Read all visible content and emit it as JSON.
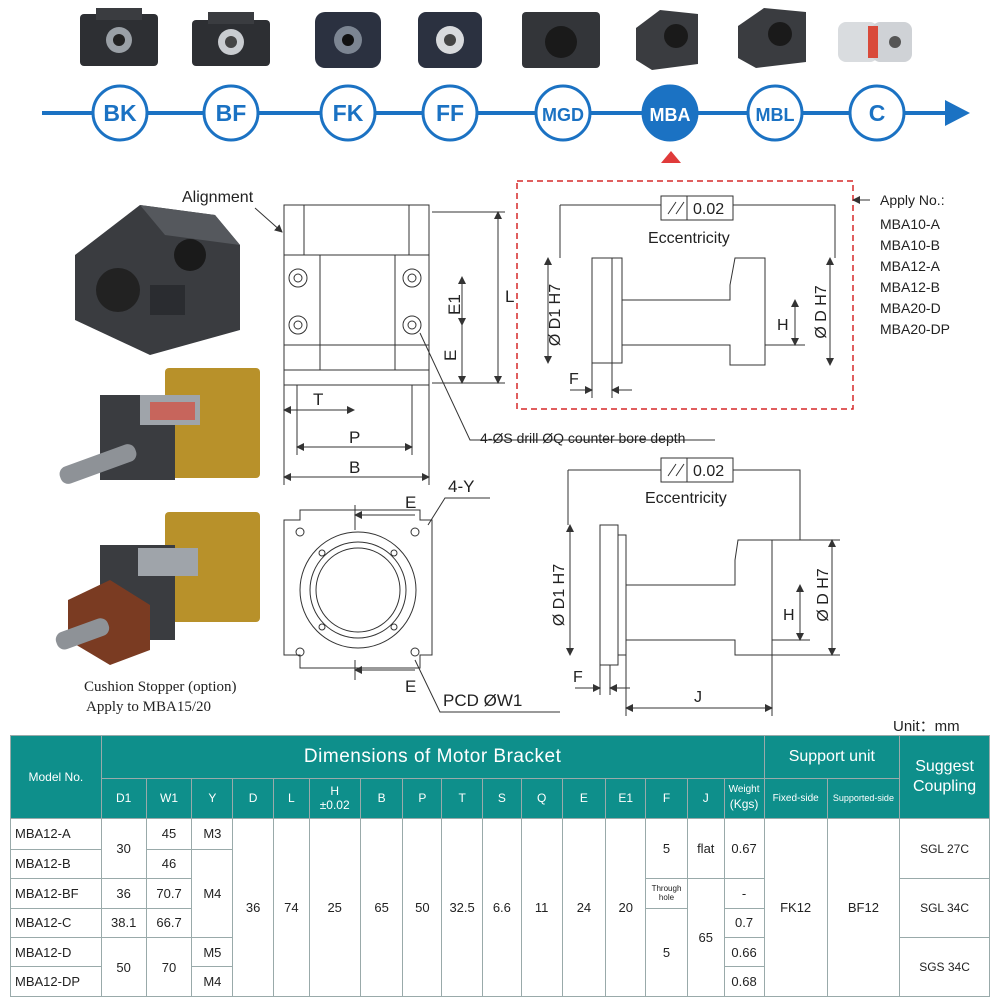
{
  "series_nav": {
    "items": [
      {
        "label": "BK",
        "active": false
      },
      {
        "label": "BF",
        "active": false
      },
      {
        "label": "FK",
        "active": false
      },
      {
        "label": "FF",
        "active": false
      },
      {
        "label": "MGD",
        "active": false
      },
      {
        "label": "MBA",
        "active": true
      },
      {
        "label": "MBL",
        "active": false
      },
      {
        "label": "C",
        "active": false
      }
    ],
    "colors": {
      "line": "#1b72c3",
      "active_fill": "#1b72c3",
      "marker": "#e03a3a"
    }
  },
  "drawing": {
    "alignment": "Alignment",
    "labels": {
      "E1": "E1",
      "L": "L",
      "E": "E",
      "T": "T",
      "P": "P",
      "B": "B",
      "Y": "4-Y",
      "E_top": "E",
      "E_bottom": "E",
      "PCD": "PCD ØW1"
    },
    "drill_note": "4-ØS drill ØQ counter bore depth",
    "cushion_note_1": "Cushion Stopper (option)",
    "cushion_note_2": "Apply to MBA15/20",
    "detail_top": {
      "tolerance": "0.02",
      "eccentricity": "Eccentricity",
      "left_dim": "Ø D1  H7",
      "right_dim": "Ø D  H7",
      "H": "H",
      "F": "F"
    },
    "detail_bottom": {
      "tolerance": "0.02",
      "eccentricity": "Eccentricity",
      "left_dim": "Ø D1  H7",
      "right_dim": "Ø D  H7",
      "H": "H",
      "F": "F",
      "J": "J"
    },
    "apply": {
      "title": "Apply No.:",
      "items": [
        "MBA10-A",
        "MBA10-B",
        "MBA12-A",
        "MBA12-B",
        "MBA20-D",
        "MBA20-DP"
      ]
    },
    "colors": {
      "red_dash": "#d62828",
      "motor_gold": "#b8912a",
      "stopper": "#7a3b22",
      "body_dark": "#3a3c40"
    }
  },
  "table": {
    "unit": "Unit：mm",
    "model_header": "Model No.",
    "dimensions_header": "Dimensions of Motor Bracket",
    "support_header": "Support unit",
    "coupling_header": "Suggest Coupling",
    "columns": {
      "D1": "D1",
      "W1": "W1",
      "Y": "Y",
      "D": "D",
      "L": "L",
      "H": "H",
      "H_tol": "±0.02",
      "B": "B",
      "P": "P",
      "T": "T",
      "S": "S",
      "Q": "Q",
      "E": "E",
      "E1": "E1",
      "F": "F",
      "J": "J",
      "Weight": "Weight",
      "Weight_unit": "(Kgs)",
      "fixed": "Fixed-side",
      "supported": "Supported-side"
    },
    "rows": {
      "models": [
        "MBA12-A",
        "MBA12-B",
        "MBA12-BF",
        "MBA12-C",
        "MBA12-D",
        "MBA12-DP"
      ],
      "D1": {
        "ab": "30",
        "bf": "36",
        "c": "38.1",
        "ddp": "50"
      },
      "W1": {
        "a": "45",
        "b": "46",
        "bf": "70.7",
        "c": "66.7",
        "ddp": "70"
      },
      "Y": {
        "a": "M3",
        "bbfc": "M4",
        "d": "M5",
        "dp": "M4"
      },
      "D": "36",
      "L": "74",
      "H": "25",
      "B": "65",
      "P": "50",
      "T": "32.5",
      "S": "6.6",
      "Q": "11",
      "E": "24",
      "E1": "20",
      "F": {
        "ab": "5",
        "bf": "Through hole",
        "cddp": "5"
      },
      "J": {
        "ab": "flat",
        "rest": "65"
      },
      "Weight": {
        "ab": "0.67",
        "bf": "-",
        "c": "0.7",
        "d": "0.66",
        "dp": "0.68"
      },
      "fixed": "FK12",
      "supported": "BF12",
      "coupling": {
        "ab": "SGL 27C",
        "bfc": "SGL 34C",
        "ddp": "SGS 34C"
      }
    },
    "colors": {
      "header": "#0e8f8b"
    }
  }
}
